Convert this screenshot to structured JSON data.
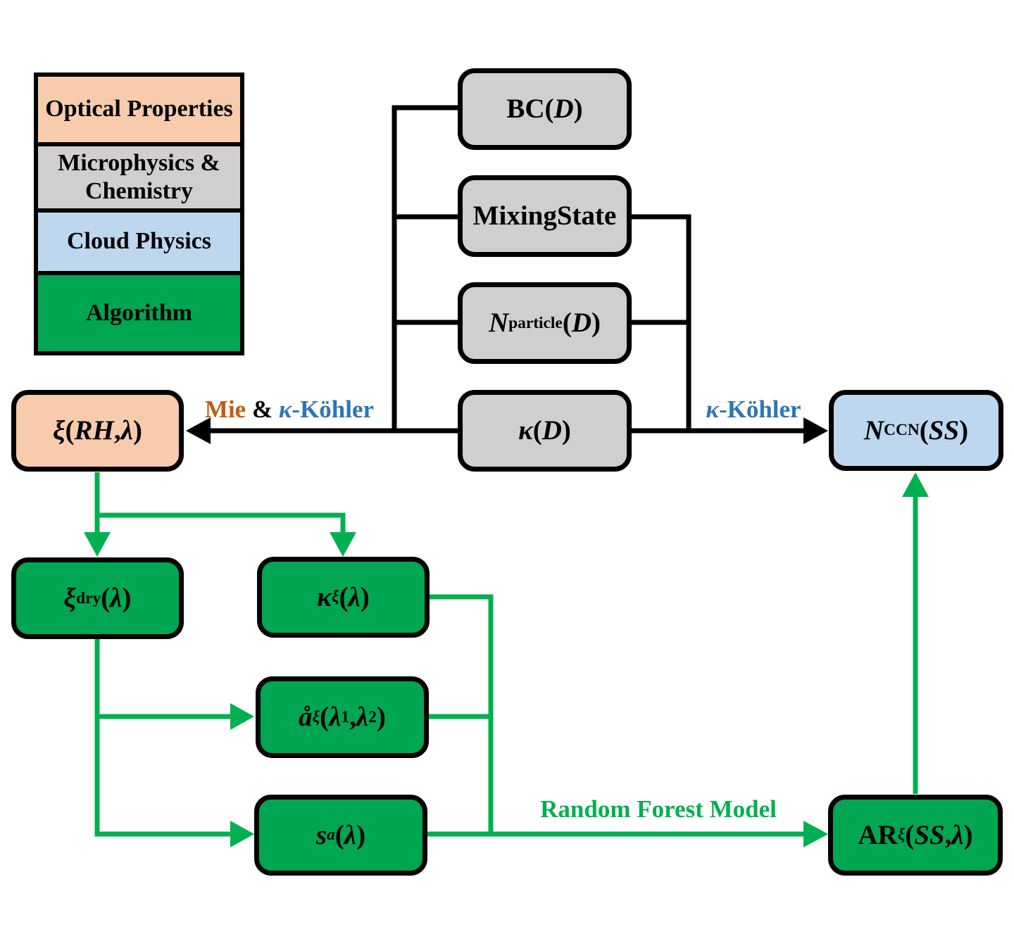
{
  "legend": {
    "items": [
      {
        "label": "Optical Properties",
        "color": "#F8CBAD"
      },
      {
        "label": "Microphysics & Chemistry",
        "color": "#D0CECE"
      },
      {
        "label": "Cloud Physics",
        "color": "#BDD7EE"
      },
      {
        "label": "Algorithm",
        "color": "#00A651"
      }
    ]
  },
  "nodes": {
    "bc": [
      {
        "c": "n",
        "t": "BC("
      },
      {
        "c": "i",
        "t": "D"
      },
      {
        "c": "n",
        "t": ")"
      }
    ],
    "mixing": [
      {
        "c": "n",
        "t": "Mixing"
      },
      {
        "c": "br",
        "t": ""
      },
      {
        "c": "n",
        "t": "State"
      }
    ],
    "nparticle": [
      {
        "c": "i",
        "t": "N"
      },
      {
        "c": "s",
        "t": "particle"
      },
      {
        "c": "n",
        "t": "("
      },
      {
        "c": "i",
        "t": "D"
      },
      {
        "c": "n",
        "t": ")"
      }
    ],
    "kappa_d": [
      {
        "c": "i",
        "t": "κ"
      },
      {
        "c": "n",
        "t": "("
      },
      {
        "c": "i",
        "t": "D"
      },
      {
        "c": "n",
        "t": ")"
      }
    ],
    "xi_rh": [
      {
        "c": "i",
        "t": "ξ"
      },
      {
        "c": "n",
        "t": "("
      },
      {
        "c": "i",
        "t": "RH"
      },
      {
        "c": "n",
        "t": ", "
      },
      {
        "c": "i",
        "t": "λ"
      },
      {
        "c": "n",
        "t": ")"
      }
    ],
    "nccn": [
      {
        "c": "i",
        "t": "N"
      },
      {
        "c": "s",
        "t": "CCN"
      },
      {
        "c": "n",
        "t": "("
      },
      {
        "c": "i",
        "t": "SS"
      },
      {
        "c": "n",
        "t": ")"
      }
    ],
    "xi_dry": [
      {
        "c": "i",
        "t": "ξ"
      },
      {
        "c": "s",
        "t": "dry"
      },
      {
        "c": "n",
        "t": "("
      },
      {
        "c": "i",
        "t": "λ"
      },
      {
        "c": "n",
        "t": ")"
      }
    ],
    "kappa_xi": [
      {
        "c": "i",
        "t": "κ"
      },
      {
        "c": "s i",
        "t": "ξ"
      },
      {
        "c": "n",
        "t": "("
      },
      {
        "c": "i",
        "t": "λ"
      },
      {
        "c": "n",
        "t": ")"
      }
    ],
    "angstrom": [
      {
        "c": "i",
        "t": "å"
      },
      {
        "c": "s i",
        "t": "ξ"
      },
      {
        "c": "n",
        "t": "("
      },
      {
        "c": "i",
        "t": "λ"
      },
      {
        "c": "s",
        "t": "1"
      },
      {
        "c": "n",
        "t": ", "
      },
      {
        "c": "i",
        "t": "λ"
      },
      {
        "c": "s",
        "t": "2"
      },
      {
        "c": "n",
        "t": ")"
      }
    ],
    "sa": [
      {
        "c": "i",
        "t": "s"
      },
      {
        "c": "s i",
        "t": "a"
      },
      {
        "c": "n",
        "t": "("
      },
      {
        "c": "i",
        "t": "λ"
      },
      {
        "c": "n",
        "t": ")"
      }
    ],
    "ar": [
      {
        "c": "n",
        "t": "AR"
      },
      {
        "c": "s i",
        "t": "ξ"
      },
      {
        "c": "n",
        "t": "("
      },
      {
        "c": "i",
        "t": "SS"
      },
      {
        "c": "n",
        "t": ", "
      },
      {
        "c": "i",
        "t": "λ"
      },
      {
        "c": "n",
        "t": ")"
      }
    ]
  },
  "edge_labels": {
    "mie_kohler": [
      {
        "c": "o",
        "t": "Mie"
      },
      {
        "c": "n",
        "t": " & "
      },
      {
        "c": "b i",
        "t": "κ"
      },
      {
        "c": "b",
        "t": "-Köhler"
      }
    ],
    "kohler": [
      {
        "c": "b i",
        "t": "κ"
      },
      {
        "c": "b",
        "t": "-Köhler"
      }
    ],
    "random_forest": [
      {
        "c": "g",
        "t": "Random Forest Model"
      }
    ]
  },
  "colors": {
    "optical_properties": "#F8CBAD",
    "microphysics_chemistry": "#D0CECE",
    "cloud_physics": "#BDD7EE",
    "algorithm_green": "#00A651",
    "arrow_green": "#00B050",
    "label_orange": "#C55A11",
    "label_blue": "#2E75B6",
    "line_black": "#000000"
  }
}
